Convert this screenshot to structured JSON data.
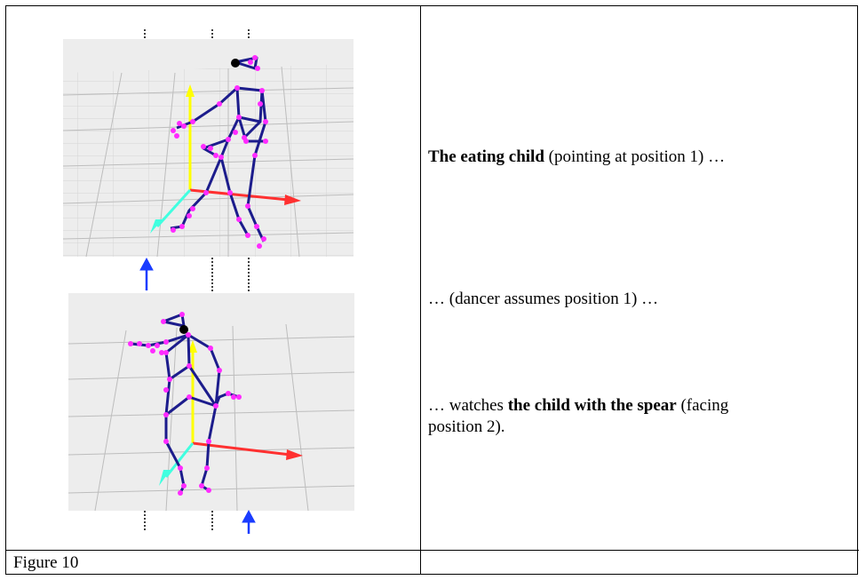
{
  "caption": "Figure 10",
  "text": {
    "line1_bold": "The eating child",
    "line1_rest": " (pointing at position 1) …",
    "line2": "… (dancer assumes position 1) …",
    "line3_pre": "… watches ",
    "line3_bold": "the child with the spear",
    "line3_post": " (facing",
    "line3_cont": "position 2)."
  },
  "colors": {
    "skeleton": "#1c1c8c",
    "joint": "#ff2bff",
    "head": "#000000",
    "y_axis": "#ffff00",
    "x_axis": "#ff3030",
    "z_axis": "#40ffe0",
    "arrow": "#1a3cff",
    "floor": "#ececec",
    "grid": "#c8c8c8"
  },
  "icons": {
    "position_marker": "up-arrow-icon",
    "position_tick": "dotted-vertical-line"
  }
}
